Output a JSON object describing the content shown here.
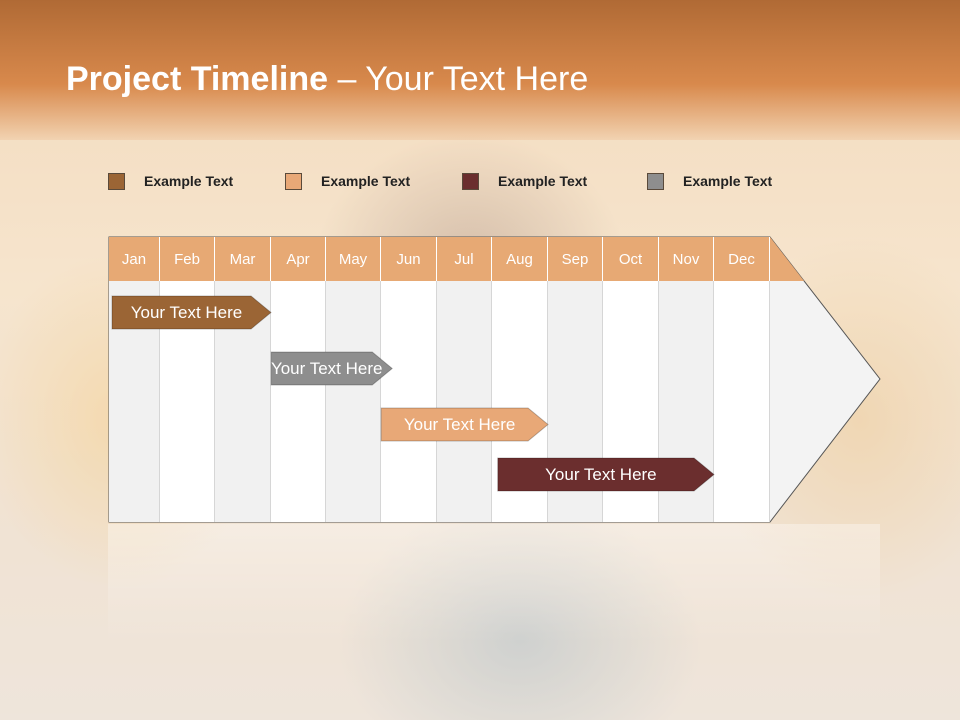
{
  "slide": {
    "title_bold": "Project Timeline",
    "title_rest": " – Your Text Here"
  },
  "legend": [
    {
      "label": "Example Text",
      "color": "#9b6535"
    },
    {
      "label": "Example Text",
      "color": "#e8a877"
    },
    {
      "label": "Example Text",
      "color": "#6b2e2e"
    },
    {
      "label": "Example Text",
      "color": "#8e8e8e"
    }
  ],
  "timeline": {
    "months": [
      "Jan",
      "Feb",
      "Mar",
      "Apr",
      "May",
      "Jun",
      "Jul",
      "Aug",
      "Sep",
      "Oct",
      "Nov",
      "Dec"
    ],
    "header_color": "#e7a974",
    "tasks": [
      {
        "label": "Your  Text Here",
        "start_month": 1,
        "end_month": 4.0,
        "color": "#9b6535"
      },
      {
        "label": "Your  Text Here",
        "start_month": 3.95,
        "end_month": 6.2,
        "color": "#8e8e8e"
      },
      {
        "label": "Your  Text Here",
        "start_month": 5.95,
        "end_month": 9.0,
        "color": "#e8a877"
      },
      {
        "label": "Your  Text Here",
        "start_month": 8.05,
        "end_month": 12.0,
        "color": "#6b2e2e"
      }
    ]
  }
}
